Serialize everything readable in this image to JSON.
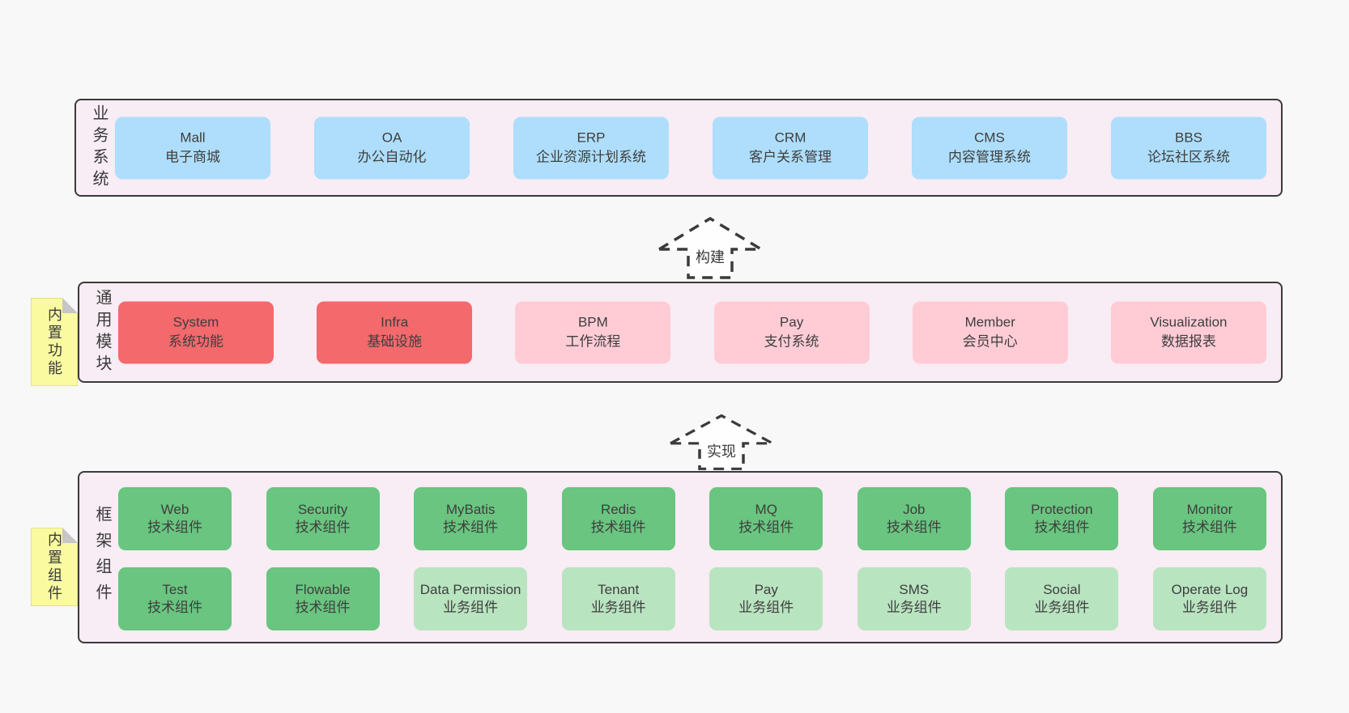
{
  "arrows": [
    {
      "label": "构建"
    },
    {
      "label": "实现"
    }
  ],
  "bands": [
    {
      "label": "业务系统",
      "boxes": [
        {
          "title": "Mall",
          "subtitle": "电子商城"
        },
        {
          "title": "OA",
          "subtitle": "办公自动化"
        },
        {
          "title": "ERP",
          "subtitle": "企业资源计划系统"
        },
        {
          "title": "CRM",
          "subtitle": "客户关系管理"
        },
        {
          "title": "CMS",
          "subtitle": "内容管理系统"
        },
        {
          "title": "BBS",
          "subtitle": "论坛社区系统"
        }
      ]
    },
    {
      "label": "通用模块",
      "sticky": "内置功能",
      "boxes": [
        {
          "title": "System",
          "subtitle": "系统功能"
        },
        {
          "title": "Infra",
          "subtitle": "基础设施"
        },
        {
          "title": "BPM",
          "subtitle": "工作流程"
        },
        {
          "title": "Pay",
          "subtitle": "支付系统"
        },
        {
          "title": "Member",
          "subtitle": "会员中心"
        },
        {
          "title": "Visualization",
          "subtitle": "数据报表"
        }
      ]
    },
    {
      "label": "框架组件",
      "sticky": "内置组件",
      "rows": [
        [
          {
            "title": "Web",
            "subtitle": "技术组件"
          },
          {
            "title": "Security",
            "subtitle": "技术组件"
          },
          {
            "title": "MyBatis",
            "subtitle": "技术组件"
          },
          {
            "title": "Redis",
            "subtitle": "技术组件"
          },
          {
            "title": "MQ",
            "subtitle": "技术组件"
          },
          {
            "title": "Job",
            "subtitle": "技术组件"
          },
          {
            "title": "Protection",
            "subtitle": "技术组件"
          },
          {
            "title": "Monitor",
            "subtitle": "技术组件"
          }
        ],
        [
          {
            "title": "Test",
            "subtitle": "技术组件"
          },
          {
            "title": "Flowable",
            "subtitle": "技术组件"
          },
          {
            "title": "Data Permission",
            "subtitle": "业务组件"
          },
          {
            "title": "Tenant",
            "subtitle": "业务组件"
          },
          {
            "title": "Pay",
            "subtitle": "业务组件"
          },
          {
            "title": "SMS",
            "subtitle": "业务组件"
          },
          {
            "title": "Social",
            "subtitle": "业务组件"
          },
          {
            "title": "Operate Log",
            "subtitle": "业务组件"
          }
        ]
      ]
    }
  ],
  "colors": {
    "page_bg": "#f8f8f8",
    "band_bg": "#f8ecf5",
    "band_border": "#3a3a3a",
    "blue": "#aedefb",
    "red": "#f4696c",
    "pink": "#ffccd6",
    "green": "#69c57f",
    "light_green": "#b9e4c0",
    "sticky_yellow": "#fafaa1",
    "text": "#3e3e3e"
  }
}
